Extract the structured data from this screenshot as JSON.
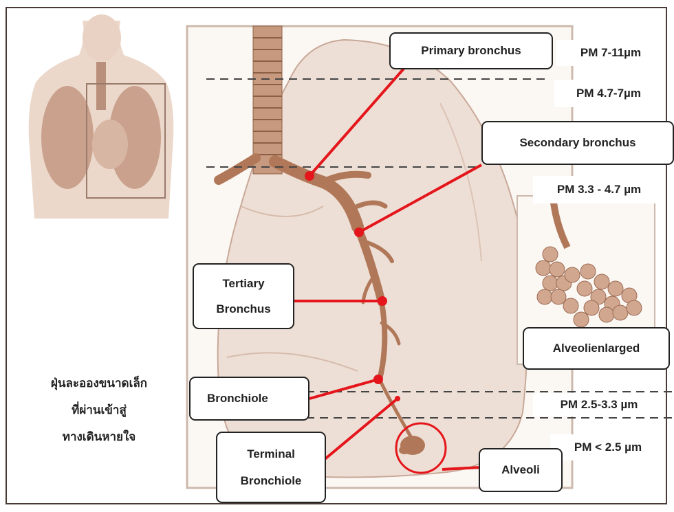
{
  "labels": {
    "primary_bronchus": "Primary bronchus",
    "secondary_bronchus": "Secondary bronchus",
    "tertiary_bronchus_line1": "Tertiary",
    "tertiary_bronchus_line2": "Bronchus",
    "bronchiole": "Bronchiole",
    "terminal_bronchiole_line1": "Terminal",
    "terminal_bronchiole_line2": "Bronchiole",
    "alveoli": "Alveoli",
    "alveoli_enlarged": "Alveolienlarged"
  },
  "pm_levels": [
    "PM 7-11µm",
    "PM 4.7-7µm",
    "PM 3.3 - 4.7 µm",
    "PM 2.5-3.3 µm",
    "PM < 2.5 µm"
  ],
  "caption": [
    "ฝุ่นละอองขนาดเล็ก",
    "ที่ผ่านเข้าสู่",
    "ทางเดินหายใจ"
  ],
  "colors": {
    "pointer": "#e4161b",
    "lung_fill": "#eedfd6",
    "airway": "#b07858",
    "frame": "#4a3a34",
    "label_border": "#222222"
  }
}
